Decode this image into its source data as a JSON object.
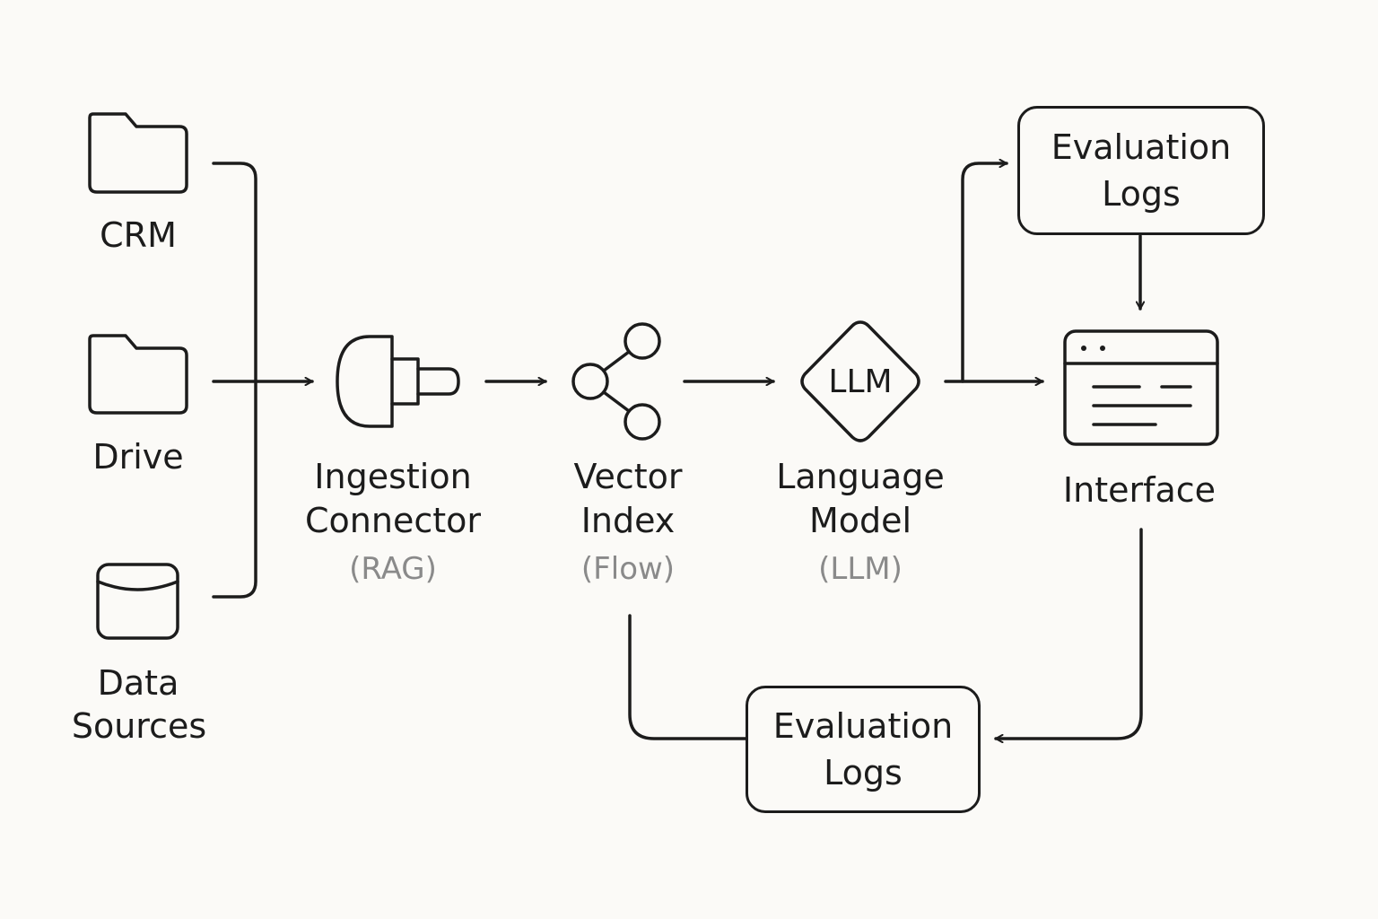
{
  "sources": {
    "crm": {
      "label": "CRM",
      "icon": "folder-icon"
    },
    "drive": {
      "label": "Drive",
      "icon": "folder-icon"
    },
    "data_sources": {
      "label_line1": "Data",
      "label_line2": "Sources",
      "icon": "database-icon"
    }
  },
  "ingestion": {
    "line1": "Ingestion",
    "line2": "Connector",
    "sub": "(RAG)",
    "icon": "plug-icon"
  },
  "vector": {
    "line1": "Vector",
    "line2": "Index",
    "sub": "(Flow)",
    "icon": "share-nodes-icon"
  },
  "llm": {
    "badge": "LLM",
    "line1": "Language",
    "line2": "Model",
    "sub": "(LLM)",
    "icon": "diamond-icon"
  },
  "interface": {
    "label": "Interface",
    "icon": "browser-window-icon"
  },
  "eval_top": {
    "line1": "Evaluation",
    "line2": "Logs"
  },
  "eval_bottom": {
    "line1": "Evaluation",
    "line2": "Logs"
  },
  "colors": {
    "stroke": "#1c1c1c",
    "subtitle": "#8a8a8a",
    "background": "#fbfaf7"
  }
}
